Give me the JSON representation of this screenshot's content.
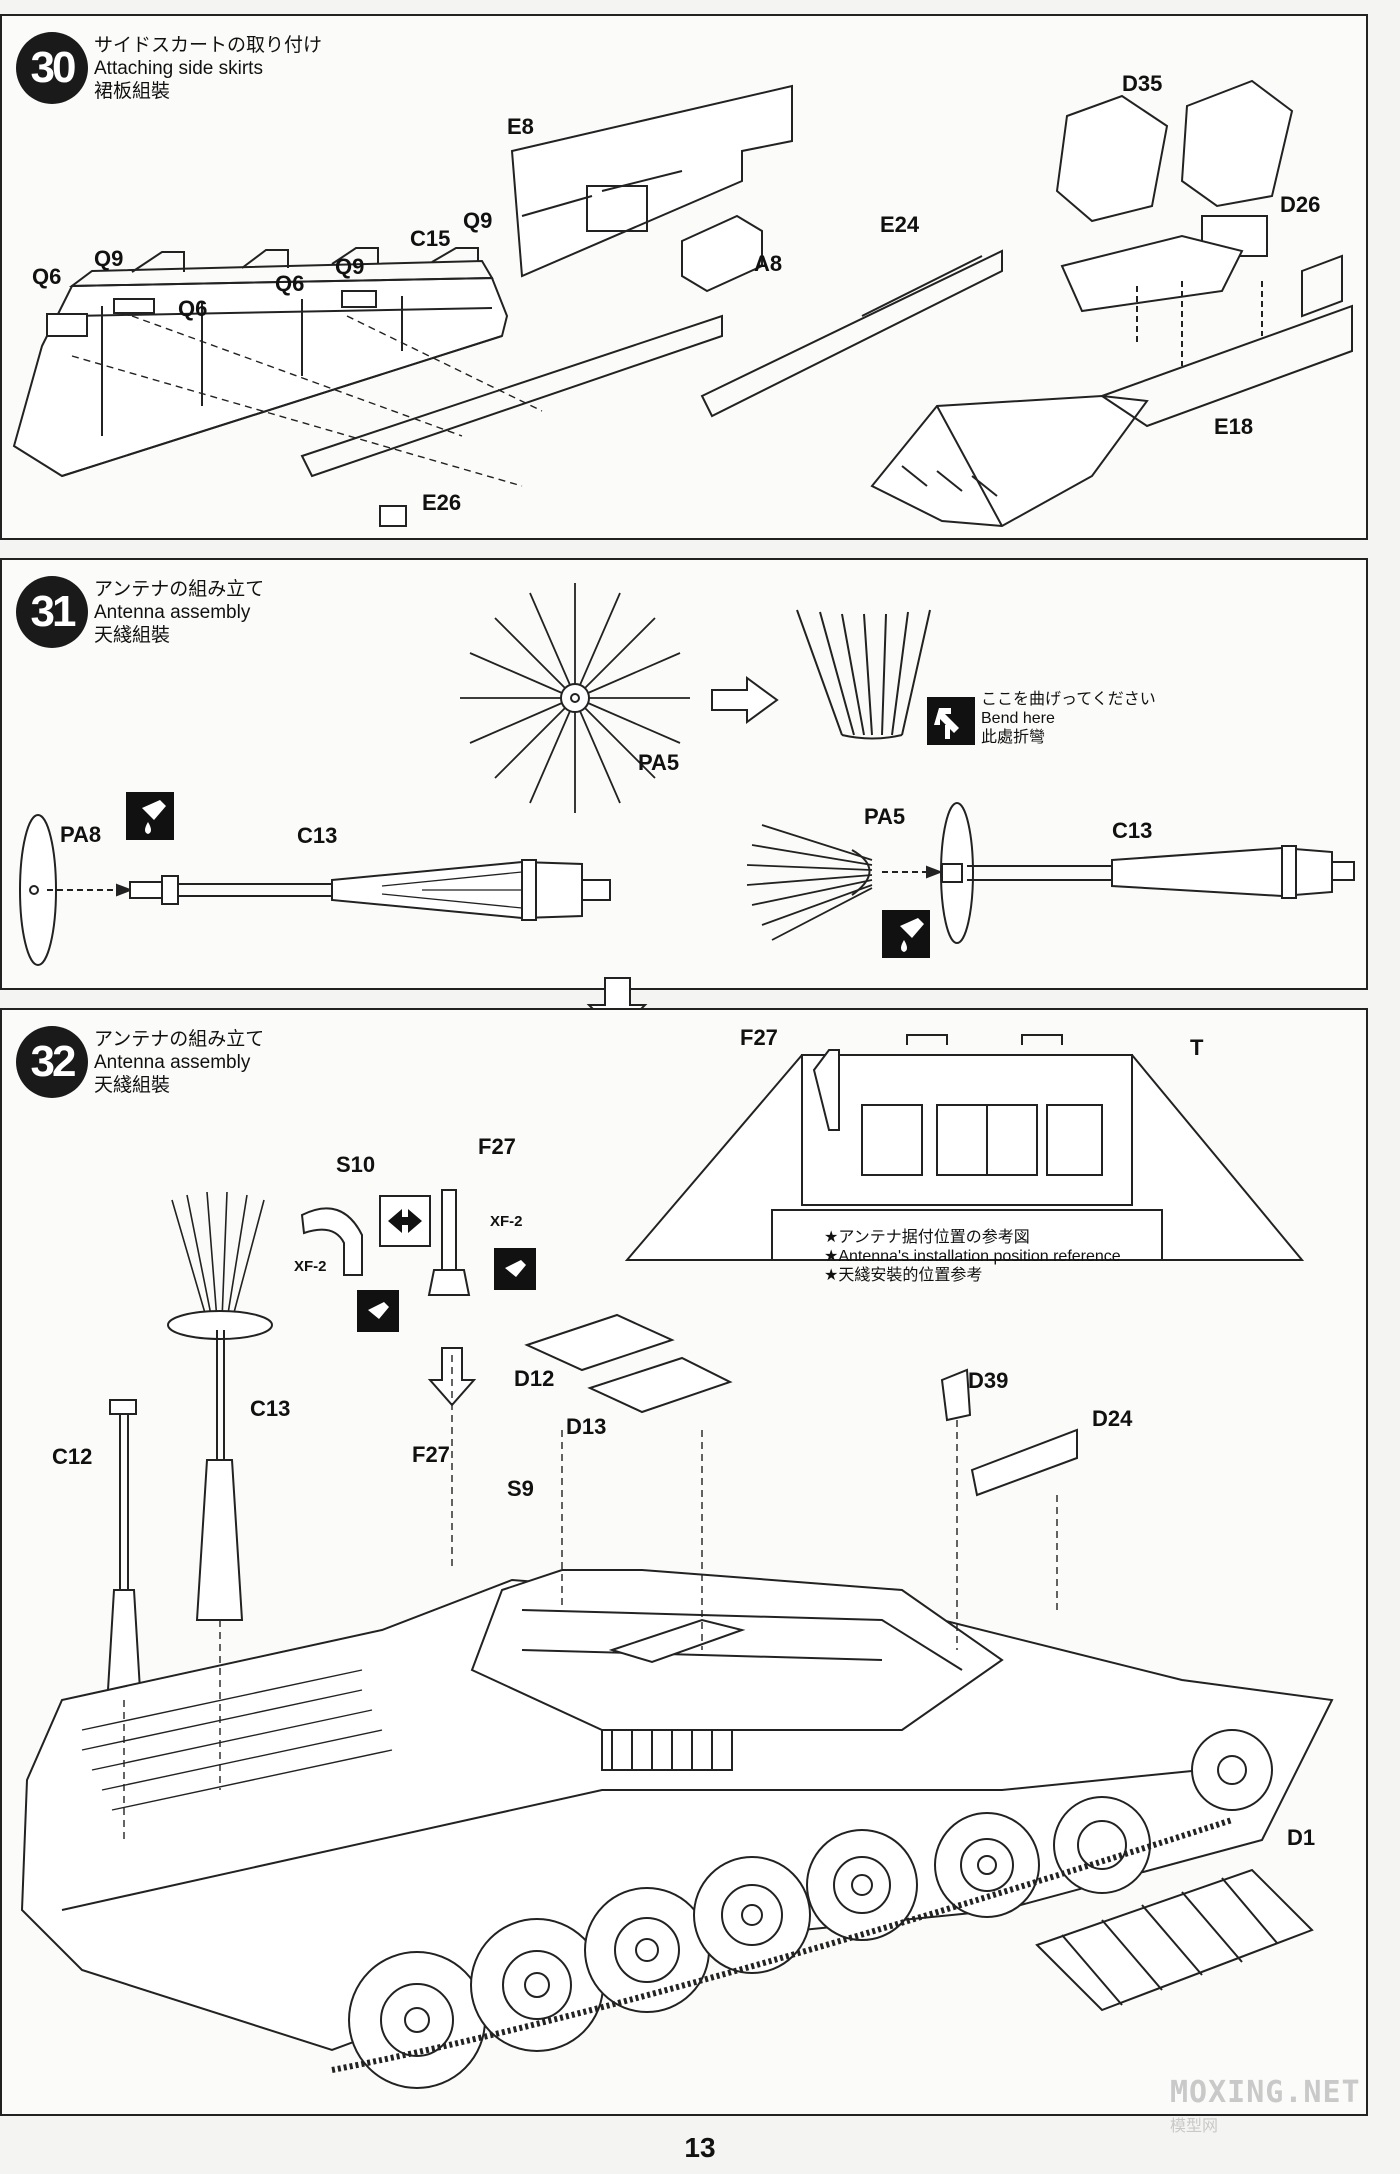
{
  "steps": [
    {
      "number": "30",
      "title_jp": "サイドスカートの取り付け",
      "title_en": "Attaching side skirts",
      "title_cn": "裙板組裝",
      "parts": [
        "E8",
        "D35",
        "D26",
        "Q9",
        "C15",
        "E24",
        "A8",
        "Q6",
        "Q9",
        "Q6",
        "Q6",
        "Q9",
        "E18",
        "E26"
      ]
    },
    {
      "number": "31",
      "title_jp": "アンテナの組み立て",
      "title_en": "Antenna assembly",
      "title_cn": "天綫組裝",
      "parts": [
        "PA5",
        "PA8",
        "C13",
        "PA5",
        "C13"
      ],
      "bend_note": {
        "jp": "ここを曲げってください",
        "en": "Bend here",
        "cn": "此處折彎"
      }
    },
    {
      "number": "32",
      "title_jp": "アンテナの組み立て",
      "title_en": "Antenna assembly",
      "title_cn": "天綫組裝",
      "parts": [
        "F27",
        "T",
        "S10",
        "F27",
        "XF-2",
        "XF-2",
        "D12",
        "D13",
        "D39",
        "D24",
        "C13",
        "C12",
        "F27",
        "S9",
        "D1"
      ],
      "reference_note": {
        "jp": "★アンテナ据付位置の参考図",
        "en": "★Antenna's installation position reference",
        "cn": "★天綫安裝的位置参考"
      }
    }
  ],
  "page_number": "13",
  "watermark": {
    "main": "MOXING.NET",
    "sub": "模型网"
  },
  "colors": {
    "ink": "#111111",
    "paper": "#fbfbf9",
    "badge": "#1a1a1a"
  }
}
